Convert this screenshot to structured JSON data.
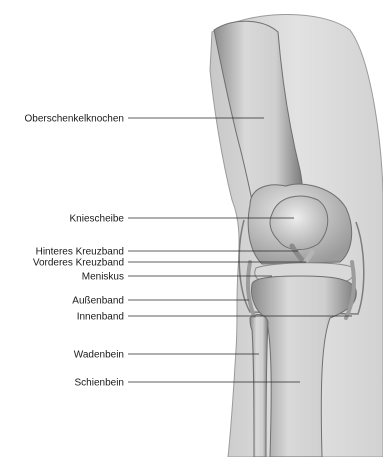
{
  "labels": [
    {
      "id": "femur",
      "text": "Oberschenkelknochen"
    },
    {
      "id": "patella",
      "text": "Kniescheibe"
    },
    {
      "id": "pcl",
      "text": "Hinteres Kreuzband"
    },
    {
      "id": "acl",
      "text": "Vorderes Kreuzband"
    },
    {
      "id": "meniscus",
      "text": "Meniskus"
    },
    {
      "id": "lcl",
      "text": "Außenband"
    },
    {
      "id": "mcl",
      "text": "Innenband"
    },
    {
      "id": "fibula",
      "text": "Wadenbein"
    },
    {
      "id": "tibia",
      "text": "Schienbein"
    }
  ]
}
